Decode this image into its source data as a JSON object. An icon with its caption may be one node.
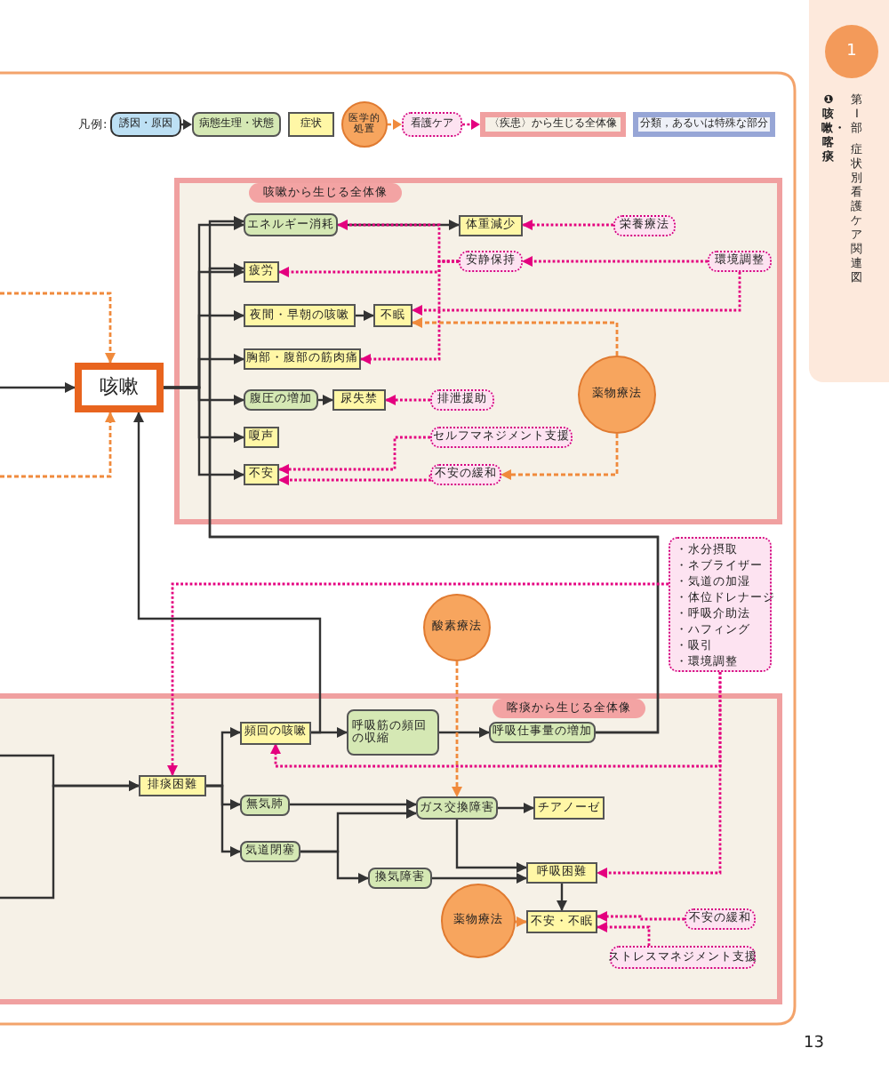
{
  "diagram": {
    "nodes": [
      {
        "text": [
          "咳嗽から生じる全体像"
        ]
      },
      {
        "text": [
          "エネルギー消耗"
        ],
        "in": 0
      },
      {
        "text": [
          "体重減少"
        ],
        "in": 0
      },
      {
        "text": [
          "栄養療法"
        ],
        "in": 0
      },
      {
        "text": [
          "疲労"
        ],
        "in": 0
      },
      {
        "text": [
          "安静保持"
        ],
        "in": 0
      },
      {
        "text": [
          "環境調整"
        ],
        "in": 0
      },
      {
        "text": [
          "夜間・早朝の咳嗽"
        ],
        "in": 0
      },
      {
        "text": [
          "不眠"
        ],
        "in": 0
      },
      {
        "text": [
          "胸部・腹部の筋肉痛"
        ],
        "in": 0
      },
      {
        "text": [
          "腹圧の増加"
        ],
        "in": 0
      },
      {
        "text": [
          "尿失禁"
        ],
        "in": 0
      },
      {
        "text": [
          "排泄援助"
        ],
        "in": 0
      },
      {
        "text": [
          "薬物療法"
        ],
        "in": 0
      },
      {
        "text": [
          "嗄声"
        ],
        "in": 0
      },
      {
        "text": [
          "セルフマネジメント支援"
        ],
        "in": 0
      },
      {
        "text": [
          "不安"
        ],
        "in": 0
      },
      {
        "text": [
          "不安の緩和"
        ],
        "in": 0
      },
      {
        "text": [
          "咳嗽"
        ]
      },
      {
        "text": [
          "・水分摂取",
          "・ネブライザー",
          "・気道の加湿",
          "・体位ドレナージ",
          "・呼吸介助法",
          "・ハフィング",
          "・吸引",
          "・環境調整"
        ]
      },
      {
        "text": [
          "酸素療法"
        ]
      },
      {
        "text": [
          "喀痰から生じる全体像"
        ]
      },
      {
        "text": [
          "頻回の咳嗽"
        ],
        "in": 21
      },
      {
        "text": [
          "呼吸筋の頻回の収縮"
        ],
        "in": 21
      },
      {
        "text": [
          "呼吸仕事量の増加"
        ],
        "in": 21
      },
      {
        "text": [
          "排痰困難"
        ],
        "in": 21
      },
      {
        "text": [
          "無気肺"
        ],
        "in": 21
      },
      {
        "text": [
          "ガス交換障害"
        ],
        "in": 21
      },
      {
        "text": [
          "チアノーゼ"
        ],
        "in": 21
      },
      {
        "text": [
          "気道閉塞"
        ],
        "in": 21
      },
      {
        "text": [
          "換気障害"
        ],
        "in": 21
      },
      {
        "text": [
          "呼吸困難"
        ],
        "in": 21
      },
      {
        "text": [
          "薬物療法"
        ],
        "in": 21
      },
      {
        "text": [
          "不安・不眠"
        ],
        "in": 21
      },
      {
        "text": [
          "不安の緩和"
        ],
        "in": 21
      },
      {
        "text": [
          "ストレスマネジメント支援"
        ],
        "in": 21
      }
    ],
    "edges": [
      {
        "from": 18,
        "to": 1,
        "arrow": "to"
      },
      {
        "from": 18,
        "to": 4,
        "arrow": "to"
      },
      {
        "from": 18,
        "to": 7,
        "arrow": "to"
      },
      {
        "from": 18,
        "to": 9,
        "arrow": "to"
      },
      {
        "from": 18,
        "to": 10,
        "arrow": "to"
      },
      {
        "from": 18,
        "to": 14,
        "arrow": "to"
      },
      {
        "from": 18,
        "to": 16,
        "arrow": "to"
      },
      {
        "from": 24,
        "to": 1,
        "arrow": "to"
      },
      {
        "from": 24,
        "to": 4,
        "arrow": "to"
      },
      {
        "from": 1,
        "to": 2,
        "arrow": "to"
      },
      {
        "from": 3,
        "to": 2,
        "arrow": "to",
        "style": "dashed",
        "color": "#e4007f"
      },
      {
        "from": 5,
        "to": 1,
        "arrow": "to",
        "style": "dashed",
        "color": "#e4007f"
      },
      {
        "from": 5,
        "to": 4,
        "arrow": "to",
        "style": "dashed",
        "color": "#e4007f"
      },
      {
        "from": 5,
        "to": 9,
        "arrow": "to",
        "style": "dashed",
        "color": "#e4007f"
      },
      {
        "from": 6,
        "to": 5,
        "arrow": "to",
        "style": "dashed",
        "color": "#e4007f"
      },
      {
        "from": 6,
        "to": 8,
        "arrow": "to",
        "style": "dashed",
        "color": "#e4007f"
      },
      {
        "from": 7,
        "to": 8,
        "arrow": "to"
      },
      {
        "from": 13,
        "to": 8,
        "arrow": "to",
        "style": "dashed",
        "color": "#f08a3c"
      },
      {
        "from": 13,
        "to": 17,
        "arrow": "to",
        "style": "dashed",
        "color": "#f08a3c"
      },
      {
        "from": 10,
        "to": 11,
        "arrow": "to"
      },
      {
        "from": 12,
        "to": 11,
        "arrow": "to",
        "style": "dashed",
        "color": "#e4007f"
      },
      {
        "from": 15,
        "to": 16,
        "arrow": "to",
        "style": "dashed",
        "color": "#e4007f"
      },
      {
        "from": 17,
        "to": 16,
        "arrow": "to",
        "style": "dashed",
        "color": "#e4007f"
      },
      {
        "from": 22,
        "to": 18,
        "arrow": "to"
      },
      {
        "from": null,
        "to": 18,
        "arrow": "to"
      },
      {
        "from": null,
        "to": 18,
        "arrow": "to",
        "style": "dashed",
        "color": "#f08a3c"
      },
      {
        "from": null,
        "to": 18,
        "arrow": "to",
        "style": "dashed",
        "color": "#f08a3c"
      },
      {
        "from": 25,
        "to": 22,
        "arrow": "to"
      },
      {
        "from": 25,
        "to": 26,
        "arrow": "to"
      },
      {
        "from": 25,
        "to": 29,
        "arrow": "to"
      },
      {
        "from": 22,
        "to": 23,
        "arrow": "to"
      },
      {
        "from": 23,
        "to": 24,
        "arrow": "to"
      },
      {
        "from": 26,
        "to": 27,
        "arrow": "to"
      },
      {
        "from": 29,
        "to": 27,
        "arrow": "to"
      },
      {
        "from": 29,
        "to": 30,
        "arrow": "to"
      },
      {
        "from": 27,
        "to": 28,
        "arrow": "to"
      },
      {
        "from": 27,
        "to": 31,
        "arrow": "to"
      },
      {
        "from": 30,
        "to": 31,
        "arrow": "to"
      },
      {
        "from": 31,
        "to": 33,
        "arrow": "to"
      },
      {
        "from": 32,
        "to": 33,
        "arrow": "to",
        "style": "dashed",
        "color": "#f08a3c"
      },
      {
        "from": 34,
        "to": 33,
        "arrow": "to",
        "style": "dashed",
        "color": "#e4007f"
      },
      {
        "from": 35,
        "to": 33,
        "arrow": "to",
        "style": "dashed",
        "color": "#e4007f"
      },
      {
        "from": 20,
        "to": 27,
        "arrow": "to",
        "style": "dashed",
        "color": "#f08a3c"
      },
      {
        "from": 19,
        "to": 25,
        "arrow": "to",
        "style": "dashed",
        "color": "#e4007f"
      },
      {
        "from": 19,
        "to": 22,
        "arrow": "to",
        "style": "dashed",
        "color": "#e4007f"
      },
      {
        "from": 19,
        "to": 31,
        "arrow": "to",
        "style": "dashed",
        "color": "#e4007f"
      },
      {
        "from": null,
        "to": 25,
        "arrow": "to"
      },
      {
        "from": null,
        "to": 25,
        "arrow": "to"
      }
    ],
    "labels": [
      "1",
      "第Ⅰ部",
      "症状別看護ケア関連図",
      "❶咳嗽・喀痰",
      "凡例:",
      "13"
    ],
    "legend": [
      {
        "text": "誘因・原因",
        "color": "#bde0f4"
      },
      {
        "text": "病態生理・状態",
        "color": "#d5e8b4"
      },
      {
        "text": "症状",
        "color": "#fff7a6"
      },
      {
        "text": "医学的処置",
        "color": "#f7a55e"
      },
      {
        "text": "看護ケア",
        "color": "#fde3f1"
      },
      {
        "text": "〈疾患〉から生じる全体像",
        "color": "#f6f1e7"
      },
      {
        "text": "分類，あるいは特殊な部分",
        "color": "#eef0f8"
      }
    ]
  }
}
